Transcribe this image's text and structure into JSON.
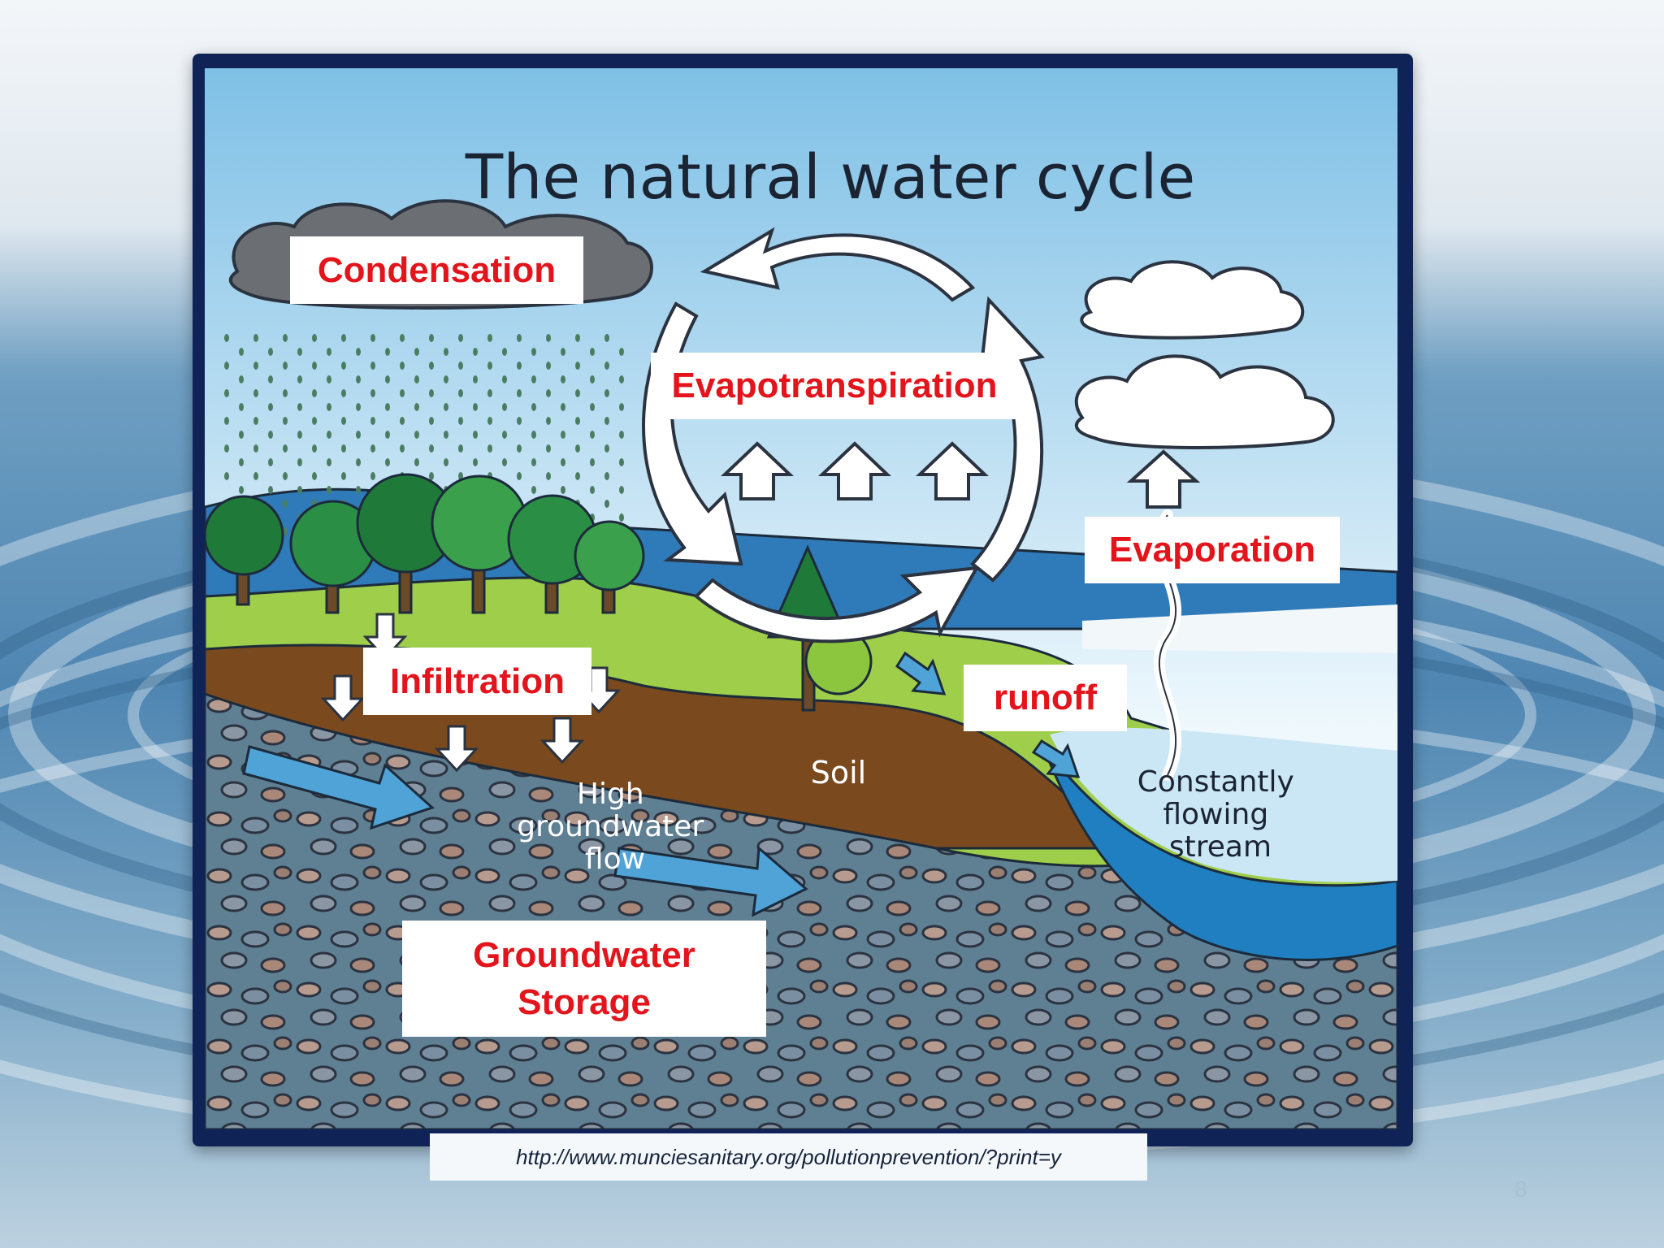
{
  "diagram": {
    "title": "The natural water cycle",
    "inline_labels": {
      "soil": "Soil",
      "high_groundwater_flow": [
        "High",
        "groundwater",
        "flow"
      ],
      "constantly_flowing_stream": [
        "Constantly",
        "flowing",
        "stream"
      ]
    },
    "callouts": {
      "condensation": "Condensation",
      "evapotranspiration": "Evapotranspiration",
      "evaporation": "Evaporation",
      "infiltration": "Infiltration",
      "runoff": "runoff",
      "groundwater_storage": [
        "Groundwater",
        "Storage"
      ]
    },
    "colors": {
      "callout_text": "#e3141b",
      "frame": "#0f2357",
      "sky": "#8ac7e8",
      "soil": "#7a4a1e",
      "groundwater": "#5f7f93",
      "grass": "#9fce4a",
      "water": "#1f7fc0"
    }
  },
  "footer": {
    "source_url": "http://www.munciesanitary.org/pollutionprevention/?print=y",
    "slide_number": "8"
  }
}
